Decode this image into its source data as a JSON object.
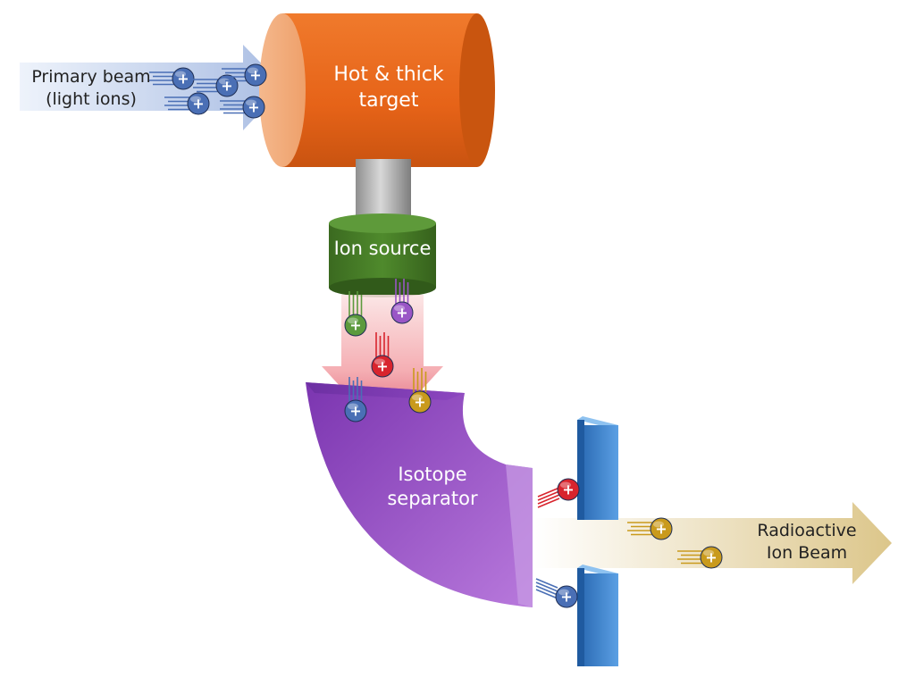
{
  "labels": {
    "primary_line1": "Primary beam",
    "primary_line2": "(light ions)",
    "target_line1": "Hot & thick",
    "target_line2": "target",
    "ion_source": "Ion source",
    "separator_line1": "Isotope",
    "separator_line2": "separator",
    "output_line1": "Radioactive",
    "output_line2": "Ion Beam"
  },
  "ion_symbol": "+",
  "colors": {
    "target": "#ee6a1f",
    "ion_source": "#4a7d2a",
    "separator": "#9b4fc7",
    "slit": "#4a8fd6",
    "primary_beam": "#c9d7ef",
    "output_beam": "#e7d7a8",
    "ion_blue": "#4a6fb5",
    "ion_green": "#5c9a3d",
    "ion_purple": "#9a56c6",
    "ion_red": "#d8242d",
    "ion_gold": "#c99a1c"
  }
}
